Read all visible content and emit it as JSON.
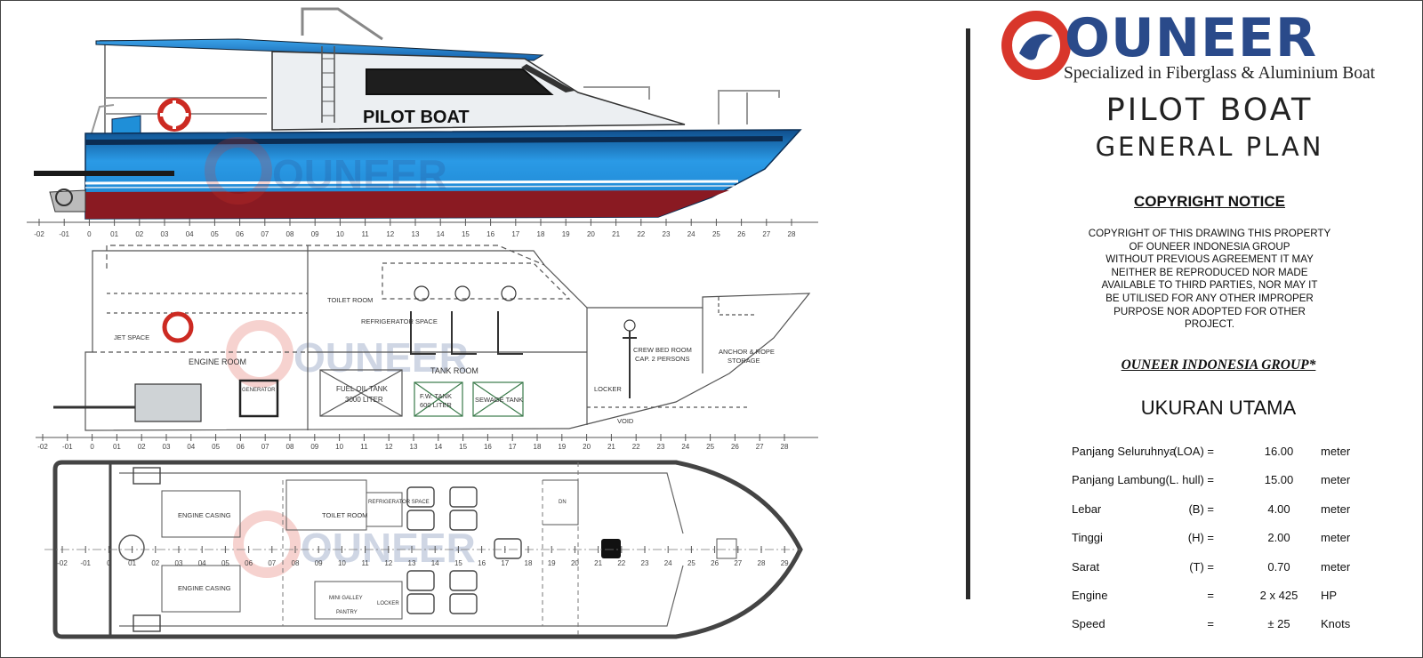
{
  "brand": {
    "name": "OUNEER",
    "tagline": "Specialized in Fiberglass & Aluminium Boat"
  },
  "title": {
    "line1": "PILOT BOAT",
    "line2": "GENERAL PLAN"
  },
  "profile_label": "PILOT BOAT",
  "copyright": {
    "heading": "COPYRIGHT NOTICE",
    "lines": [
      "COPYRIGHT OF THIS DRAWING THIS PROPERTY",
      "OF OUNEER INDONESIA GROUP",
      "WITHOUT PREVIOUS AGREEMENT IT MAY",
      "NEITHER BE REPRODUCED NOR MADE",
      "AVAILABLE TO THIRD PARTIES, NOR MAY IT",
      "BE UTILISED FOR ANY OTHER IMPROPER",
      "PURPOSE NOR ADOPTED FOR OTHER",
      "PROJECT."
    ]
  },
  "group_name": "OUNEER INDONESIA GROUP*",
  "specs_heading": "UKURAN UTAMA",
  "specs": [
    {
      "name": "Panjang Seluruhnya",
      "symbol": "(LOA) =",
      "value": "16.00",
      "unit": "meter"
    },
    {
      "name": "Panjang Lambung",
      "symbol": "(L. hull) =",
      "value": "15.00",
      "unit": "meter"
    },
    {
      "name": "Lebar",
      "symbol": "(B) =",
      "value": "4.00",
      "unit": "meter"
    },
    {
      "name": "Tinggi",
      "symbol": "(H) =",
      "value": "2.00",
      "unit": "meter"
    },
    {
      "name": "Sarat",
      "symbol": "(T) =",
      "value": "0.70",
      "unit": "meter"
    },
    {
      "name": "Engine",
      "symbol": "=",
      "value": "2 x 425",
      "unit": "HP"
    },
    {
      "name": "Speed",
      "symbol": "=",
      "value": "± 25",
      "unit": "Knots"
    }
  ],
  "frame_ruler": [
    "-02",
    "-01",
    "0",
    "01",
    "02",
    "03",
    "04",
    "05",
    "06",
    "07",
    "08",
    "09",
    "10",
    "11",
    "12",
    "13",
    "14",
    "15",
    "16",
    "17",
    "18",
    "19",
    "20",
    "21",
    "22",
    "23",
    "24",
    "25",
    "26",
    "27",
    "28"
  ],
  "deck_ruler": [
    "-02",
    "-01",
    "0",
    "01",
    "02",
    "03",
    "04",
    "05",
    "06",
    "07",
    "08",
    "09",
    "10",
    "11",
    "12",
    "13",
    "14",
    "15",
    "16",
    "17",
    "18",
    "19",
    "20",
    "21",
    "22",
    "23",
    "24",
    "25",
    "26",
    "27",
    "28",
    "29"
  ],
  "section_labels": {
    "toilet_room": "TOILET ROOM",
    "refrigerator_space": "REFRIGERATOR SPACE",
    "engine_room": "ENGINE ROOM",
    "tank_room": "TANK ROOM",
    "fuel_tank": "FUEL OIL TANK",
    "fuel_tank_cap": "3000 LITER",
    "fw_tank": "F.W. TANK",
    "fw_tank_cap": "600 LITER",
    "sewage_tank": "SEWAGE TANK",
    "generator": "GENERATOR",
    "crew_bed_room": "CREW BED ROOM",
    "crew_cap": "CAP. 2 PERSONS",
    "anchor_storage": "ANCHOR & ROPE",
    "storage": "STORAGE",
    "locker": "LOCKER",
    "void": "VOID",
    "jet_space": "JET SPACE"
  },
  "plan_labels": {
    "engine_casing": "ENGINE CASING",
    "toilet_room": "TOILET ROOM",
    "refrigerator_space": "REFRIGERATOR SPACE",
    "mini_galley": "MINI GALLEY",
    "pantry": "PANTRY",
    "locker": "LOCKER",
    "dn": "DN"
  },
  "colors": {
    "hull_blue": "#1f8fd8",
    "hull_dark": "#0d3f73",
    "bottom_red": "#8a1a22",
    "cabin_blue": "#1d6fc0",
    "brand_blue": "#2a4a8a",
    "brand_red": "#d8362b"
  }
}
